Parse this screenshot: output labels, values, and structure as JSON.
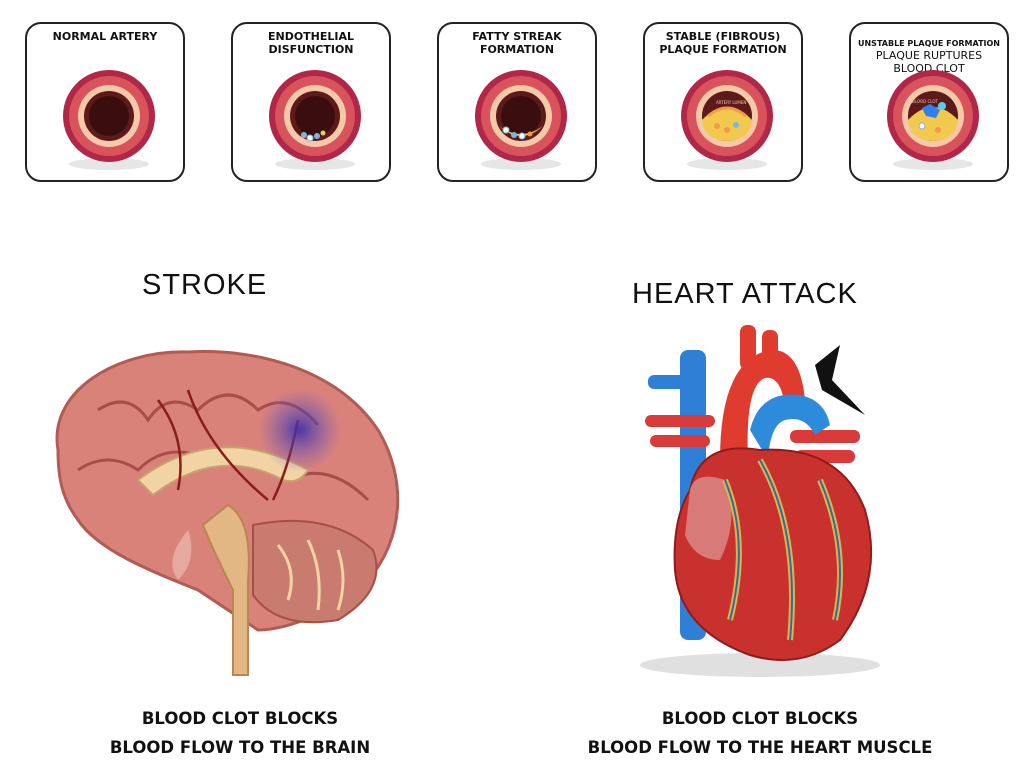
{
  "stages": [
    {
      "title": "NORMAL ARTERY",
      "icon": "normal-artery-icon"
    },
    {
      "title": "ENDOTHELIAL\nDISFUNCTION",
      "icon": "endothelial-dysfunction-icon"
    },
    {
      "title": "FATTY STREAK\nFORMATION",
      "icon": "fatty-streak-icon"
    },
    {
      "title": "STABLE (FIBROUS)\nPLAQUE FORMATION",
      "icon": "stable-plaque-icon",
      "inner_label": "ARTERY LUMEN"
    },
    {
      "title": "UNSTABLE  PLAQUE FORMATION",
      "subtitle": "PLAQUE RUPTURES\nBLOOD CLOT",
      "icon": "unstable-plaque-icon",
      "inner_label": "BLOOD CLOT"
    }
  ],
  "stroke": {
    "title": "STROKE",
    "caption": "BLOOD CLOT BLOCKS\nBLOOD FLOW TO THE BRAIN",
    "illustration": "brain-icon"
  },
  "heart_attack": {
    "title": "HEART ATTACK",
    "caption": "BLOOD CLOT BLOCKS\nBLOOD FLOW TO THE HEART MUSCLE",
    "illustration": "heart-icon"
  }
}
